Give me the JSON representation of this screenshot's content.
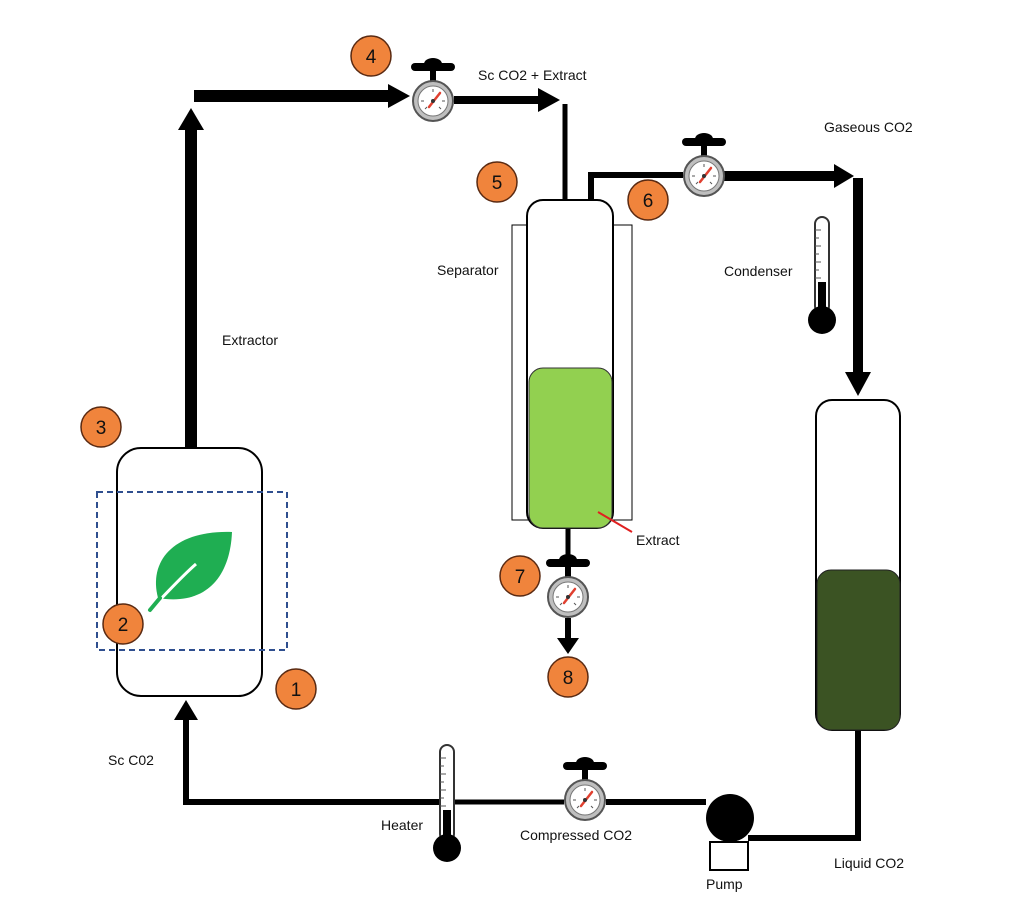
{
  "labels": {
    "sc_co2_extract": "Sc CO2 + Extract",
    "gaseous_co2": "Gaseous CO2",
    "separator": "Separator",
    "condenser": "Condenser",
    "extractor": "Extractor",
    "extract": "Extract",
    "sc_co2": "Sc C02",
    "heater": "Heater",
    "compressed_co2": "Compressed CO2",
    "liquid_co2": "Liquid CO2",
    "pump": "Pump"
  },
  "steps": [
    "1",
    "2",
    "3",
    "4",
    "5",
    "6",
    "7",
    "8"
  ],
  "icons": {
    "valve": "valve-gauge-icon",
    "thermometer": "thermometer-icon",
    "leaf": "leaf-icon"
  },
  "colors": {
    "badge": "#f0843c",
    "badge_stroke": "#5a2a12",
    "pipe": "#000000",
    "extract_fill": "#92d050",
    "liquid_co2_fill": "#3b5323",
    "leaf": "#1fae52",
    "dashed_box": "#2f4f8f",
    "extract_pointer": "#e02020",
    "gauge_needle": "#e04030"
  }
}
